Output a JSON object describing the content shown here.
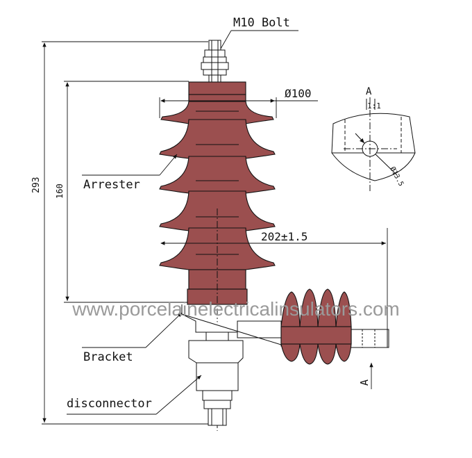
{
  "labels": {
    "bolt": "M10 Bolt",
    "diameter": "Ø100",
    "arrester": "Arrester",
    "bracket": "Bracket",
    "disconnector": "disconnector",
    "span": "202±1.5",
    "height_total": "293",
    "height_arrester": "160",
    "view_a_top": "A",
    "view_a_bottom": "A",
    "section_scale": "1:1",
    "hole_dia": "Ø13.5"
  },
  "watermark": "www.porcelainelectricalinsulators.com",
  "colors": {
    "body_fill": "#9b4f4f",
    "line": "#111111",
    "watermark": "#9a9a9a"
  }
}
